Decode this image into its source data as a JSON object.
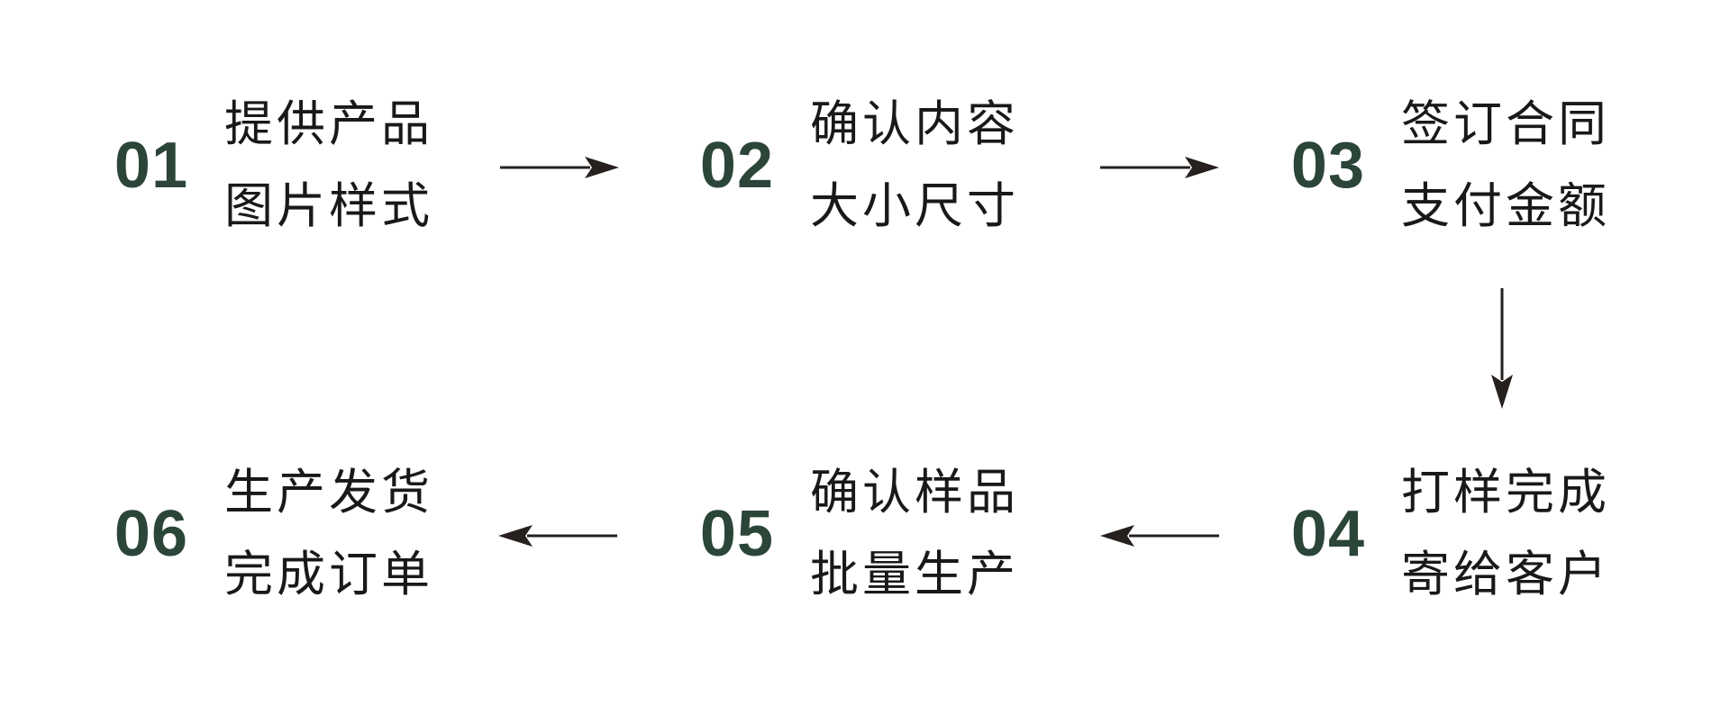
{
  "diagram": {
    "background_color": "#ffffff",
    "number_color": "#2b4539",
    "text_color": "#191919",
    "arrow_color": "#26201e",
    "steps": [
      {
        "number": "01",
        "line1": "提供产品",
        "line2": "图片样式"
      },
      {
        "number": "02",
        "line1": "确认内容",
        "line2": "大小尺寸"
      },
      {
        "number": "03",
        "line1": "签订合同",
        "line2": "支付金额"
      },
      {
        "number": "04",
        "line1": "打样完成",
        "line2": "寄给客户"
      },
      {
        "number": "05",
        "line1": "确认样品",
        "line2": "批量生产"
      },
      {
        "number": "06",
        "line1": "生产发货",
        "line2": "完成订单"
      }
    ],
    "arrows": [
      {
        "name": "arrow-step1-to-step2",
        "direction": "right"
      },
      {
        "name": "arrow-step2-to-step3",
        "direction": "right"
      },
      {
        "name": "arrow-step3-to-step4",
        "direction": "down"
      },
      {
        "name": "arrow-step4-to-step5",
        "direction": "left"
      },
      {
        "name": "arrow-step5-to-step6",
        "direction": "left"
      }
    ]
  }
}
